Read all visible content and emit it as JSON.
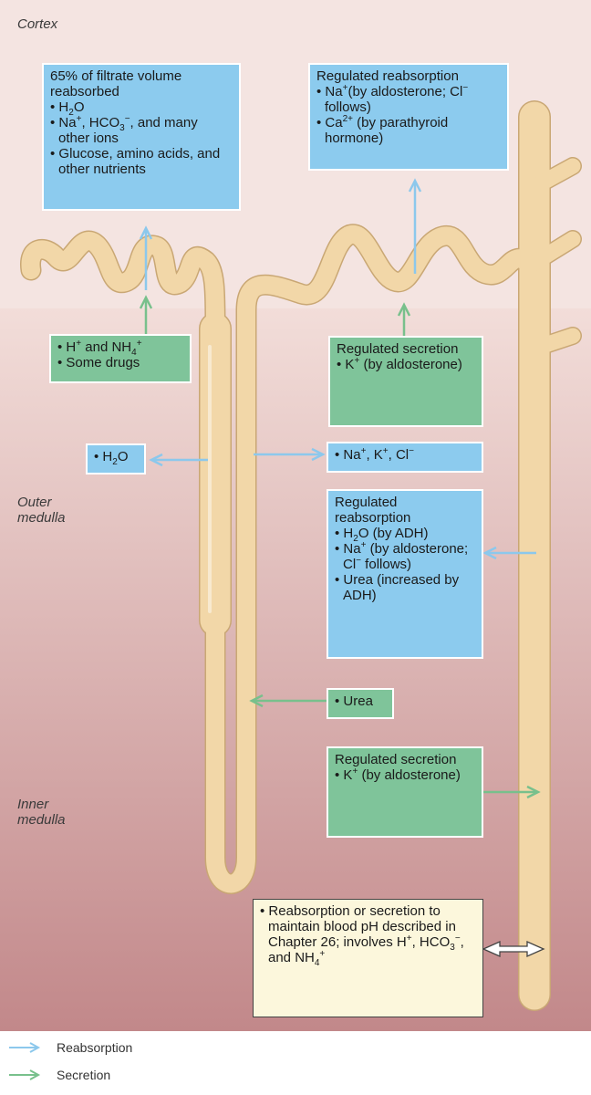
{
  "regions": {
    "cortex": "Cortex",
    "outer_medulla": [
      "Outer",
      "medulla"
    ],
    "inner_medulla": [
      "Inner",
      "medulla"
    ]
  },
  "boxes": {
    "pct_reabsorbed": {
      "title": "65% of filtrate volume reabsorbed",
      "items": [
        {
          "parts": [
            "H",
            {
              "sub": "2"
            },
            "O"
          ]
        },
        {
          "parts": [
            "Na",
            {
              "sup": "+"
            },
            ", HCO",
            {
              "sub": "3"
            },
            {
              "sup": "−"
            },
            ", and many other ions"
          ]
        },
        {
          "parts": [
            "Glucose, amino acids, and other nutrients"
          ]
        }
      ]
    },
    "regulated_reabsorption_top": {
      "title": "Regulated reabsorption",
      "items": [
        {
          "parts": [
            "Na",
            {
              "sup": "+"
            },
            "(by aldosterone; Cl",
            {
              "sup": "−"
            },
            " follows)"
          ]
        },
        {
          "parts": [
            "Ca",
            {
              "sup": "2+"
            },
            " (by parathyroid hormone)"
          ]
        }
      ]
    },
    "proximal_secretion": {
      "items": [
        {
          "parts": [
            "H",
            {
              "sup": "+"
            },
            " and NH",
            {
              "sub": "4"
            },
            {
              "sup": "+"
            }
          ]
        },
        {
          "parts": [
            "Some drugs"
          ]
        }
      ]
    },
    "regulated_secretion_top": {
      "title": "Regulated secretion",
      "items": [
        {
          "parts": [
            "K",
            {
              "sup": "+"
            },
            " (by aldosterone)"
          ]
        }
      ]
    },
    "water_loop": {
      "items": [
        {
          "parts": [
            "H",
            {
              "sub": "2"
            },
            "O"
          ]
        }
      ]
    },
    "ions_loop": {
      "items": [
        {
          "parts": [
            "Na",
            {
              "sup": "+"
            },
            ", K",
            {
              "sup": "+"
            },
            ", Cl",
            {
              "sup": "−"
            }
          ]
        }
      ]
    },
    "regulated_reabsorption_duct": {
      "title": "Regulated reabsorption",
      "items": [
        {
          "parts": [
            "H",
            {
              "sub": "2"
            },
            "O (by ADH)"
          ]
        },
        {
          "parts": [
            "Na",
            {
              "sup": "+"
            },
            " (by aldosterone; Cl",
            {
              "sup": "−"
            },
            " follows)"
          ]
        },
        {
          "parts": [
            "Urea (increased by ADH)"
          ]
        }
      ]
    },
    "urea": {
      "items": [
        {
          "parts": [
            "Urea"
          ]
        }
      ]
    },
    "regulated_secretion_duct": {
      "title": "Regulated secretion",
      "items": [
        {
          "parts": [
            "K",
            {
              "sup": "+"
            },
            " (by aldosterone)"
          ]
        }
      ]
    },
    "ph_note": {
      "items": [
        {
          "parts": [
            "Reabsorption or secretion to maintain blood pH described in Chapter 26; involves H",
            {
              "sup": "+"
            },
            ", HCO",
            {
              "sub": "3"
            },
            {
              "sup": "−"
            },
            ", and NH",
            {
              "sub": "4"
            },
            {
              "sup": "+"
            }
          ]
        }
      ]
    }
  },
  "legend": {
    "reabsorption": "Reabsorption",
    "secretion": "Secretion"
  },
  "colors": {
    "tubule": "#f2d7a8",
    "tubule_outline": "#c9a774",
    "reabsorption_arrow": "#8cc8ec",
    "secretion_arrow": "#78c08c",
    "cortex_bg": "#f4e4e1",
    "medulla_top": "#f2ddd9",
    "medulla_bottom": "#c2888a"
  }
}
